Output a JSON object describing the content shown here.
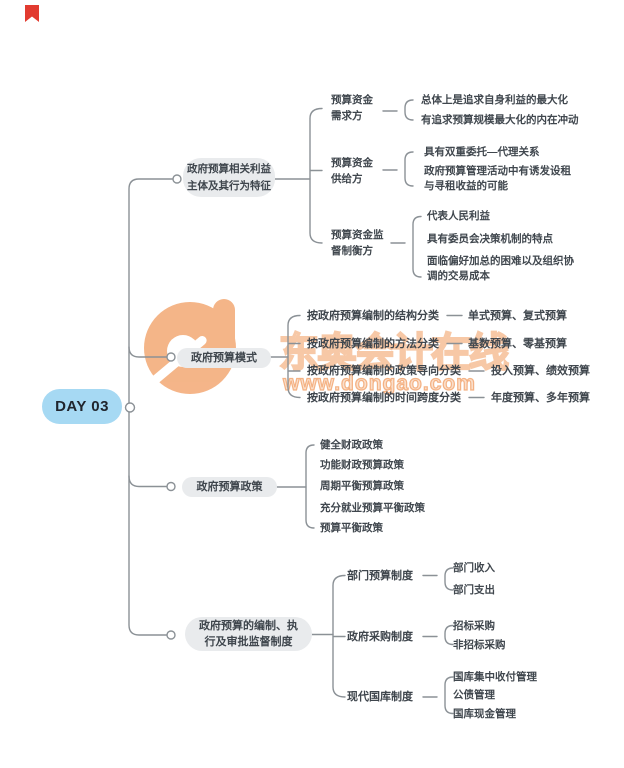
{
  "colors": {
    "accent_blue": "#a6d9f3",
    "line_gray": "#8b9196",
    "node_gray": "#e9ebed",
    "watermark_orange": "#f2a36b",
    "bookmark_red": "#e23b30"
  },
  "watermark": {
    "logo": "dongao-d-logo",
    "title": "东奥会计在线",
    "url": "www.dongao.com"
  },
  "root": {
    "label": "DAY 03"
  },
  "branches": [
    {
      "label": "政府预算相关利益\n主体及其行为特征",
      "children": [
        {
          "label": "预算资金\n需求方",
          "leaves": [
            "总体上是追求自身利益的最大化",
            "有追求预算规模最大化的内在冲动"
          ]
        },
        {
          "label": "预算资金\n供给方",
          "leaves": [
            "具有双重委托—代理关系",
            "政府预算管理活动中有诱发设租\n与寻租收益的可能"
          ]
        },
        {
          "label": "预算资金监\n督制衡方",
          "leaves": [
            "代表人民利益",
            "具有委员会决策机制的特点",
            "面临偏好加总的困难以及组织协\n调的交易成本"
          ]
        }
      ]
    },
    {
      "label": "政府预算模式",
      "rows": [
        {
          "label": "按政府预算编制的结构分类",
          "value": "单式预算、复式预算"
        },
        {
          "label": "按政府预算编制的方法分类",
          "value": "基数预算、零基预算"
        },
        {
          "label": "按政府预算编制的政策导向分类",
          "value": "投入预算、绩效预算"
        },
        {
          "label": "按政府预算编制的时间跨度分类",
          "value": "年度预算、多年预算"
        }
      ]
    },
    {
      "label": "政府预算政策",
      "leaves": [
        "健全财政政策",
        "功能财政预算政策",
        "周期平衡预算政策",
        "充分就业预算平衡政策",
        "预算平衡政策"
      ]
    },
    {
      "label": "政府预算的编制、执\n行及审批监督制度",
      "children": [
        {
          "label": "部门预算制度",
          "leaves": [
            "部门收入",
            "部门支出"
          ]
        },
        {
          "label": "政府采购制度",
          "leaves": [
            "招标采购",
            "非招标采购"
          ]
        },
        {
          "label": "现代国库制度",
          "leaves": [
            "国库集中收付管理",
            "公债管理",
            "国库现金管理"
          ]
        }
      ]
    }
  ]
}
